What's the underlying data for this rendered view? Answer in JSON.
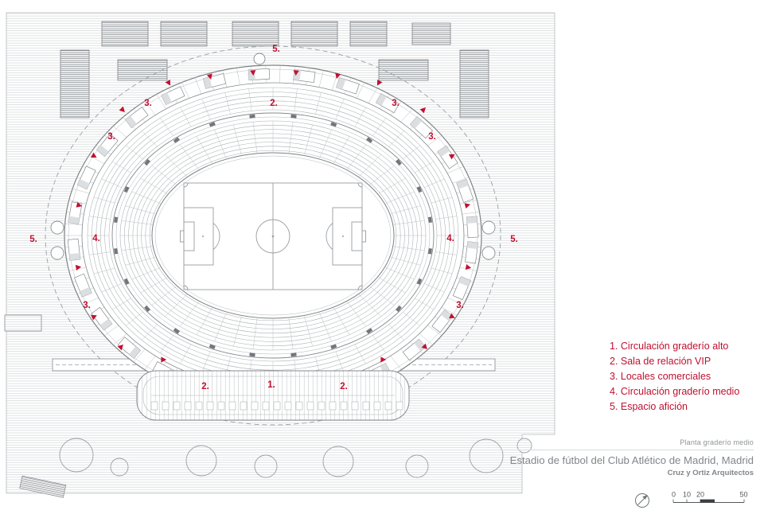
{
  "plan": {
    "annotations": [
      "5.",
      "2.",
      "3.",
      "3.",
      "3.",
      "3.",
      "4.",
      "4.",
      "5.",
      "5.",
      "3.",
      "3.",
      "2.",
      "1.",
      "2."
    ]
  },
  "legend": {
    "items": [
      "1. Circulación graderío alto",
      "2. Sala de relación VIP",
      "3. Locales comerciales",
      "4. Circulación graderío medio",
      "5. Espacio afición"
    ]
  },
  "title_block": {
    "plan_name": "Planta graderío medio",
    "project_title": "Estadio de fútbol del Club Atlético de Madrid, Madrid",
    "architects": "Cruz y Ortiz Arquitectos"
  },
  "scale_bar": {
    "labels": [
      "0",
      "10",
      "20",
      "50"
    ]
  },
  "colors": {
    "annotation_red": "#c01030",
    "drawing_gray": "#8a8f92",
    "title_gray": "#85898c"
  }
}
